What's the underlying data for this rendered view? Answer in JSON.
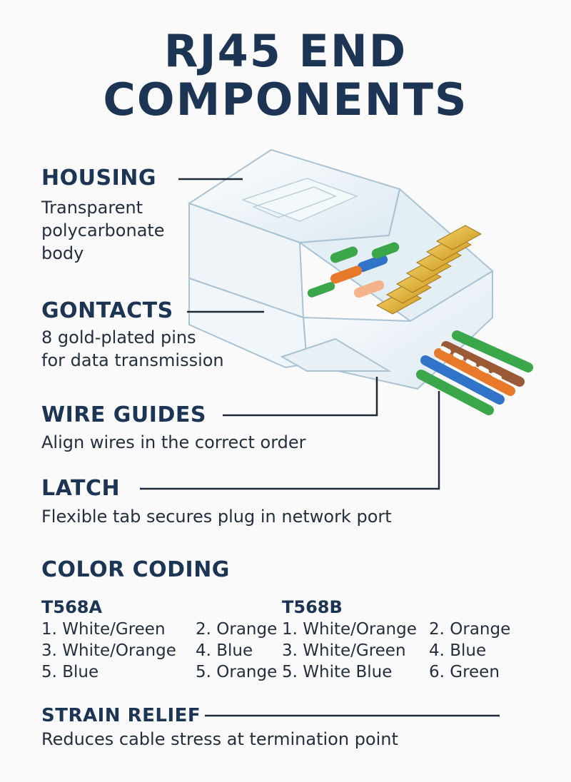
{
  "title": {
    "line1": "RJ45 END",
    "line2": "COMPONENTS"
  },
  "components": {
    "housing": {
      "label": "HOUSING",
      "desc_lines": [
        "Transparent",
        "polycarbonate",
        "body"
      ]
    },
    "contacts": {
      "label": "GONTACTS",
      "desc_lines": [
        "8 gold-plated pins",
        "for data transmission"
      ]
    },
    "wire_guides": {
      "label": "WIRE GUIDES",
      "desc": "Align wires in the correct order"
    },
    "latch": {
      "label": "LATCH",
      "desc": "Flexible tab secures plug in network port"
    }
  },
  "color_coding": {
    "heading": "COLOR CODING",
    "t568a": {
      "title": "T568A",
      "items": [
        "1. White/Green",
        "2. Orange",
        "3. White/Orange",
        "4. Blue",
        "5. Blue",
        "5. Orange"
      ]
    },
    "t568b": {
      "title": "T568B",
      "items": [
        "1. White/Orange",
        "2. Orange",
        "3. White/Green",
        "4. Blue",
        "5. White Blue",
        "6. Green"
      ]
    }
  },
  "strain_relief": {
    "label": "STRAIN RELIEF",
    "desc": "Reduces cable stress at termination point"
  },
  "colors": {
    "heading": "#1c3554",
    "leader": "#1c2a3a",
    "gold": "#e2b53a",
    "wire_green": "#3aa84a",
    "wire_orange": "#e8782a",
    "wire_blue": "#2f74c8",
    "wire_brown": "#9a5a36"
  }
}
